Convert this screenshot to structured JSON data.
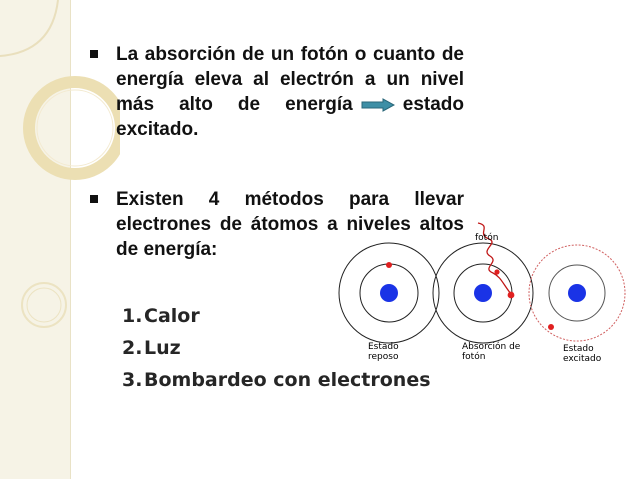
{
  "slide": {
    "bullet1": {
      "text_before_arrow": "La absorción de un fotón o cuanto de energía eleva al electrón a un nivel más alto de energía",
      "text_after_arrow": "estado excitado."
    },
    "bullet2": {
      "text": "Existen 4 métodos para llevar electrones de átomos a niveles altos de energía:"
    },
    "methods": [
      {
        "num": "1.",
        "label": "Calor"
      },
      {
        "num": "2.",
        "label": "Luz"
      },
      {
        "num": "3.",
        "label": "Bombardeo con electrones"
      }
    ],
    "figure": {
      "photon_label": "fotón",
      "states": [
        {
          "line1": "Estado",
          "line2": "reposo"
        },
        {
          "line1": "Absorción de",
          "line2": "fotón"
        },
        {
          "line1": "Estado",
          "line2": "excitado"
        }
      ]
    }
  },
  "colors": {
    "nucleus": "#1a33e6",
    "electron": "#e02020",
    "photon_path": "#c01616",
    "arrow_fill": "#3e8fa6",
    "sidebar_bg": "#f6f3e6",
    "deco_ring": "#ecdfb3"
  },
  "icons": {
    "inline_arrow": "right-arrow-icon",
    "bullet": "square-bullet-icon"
  }
}
